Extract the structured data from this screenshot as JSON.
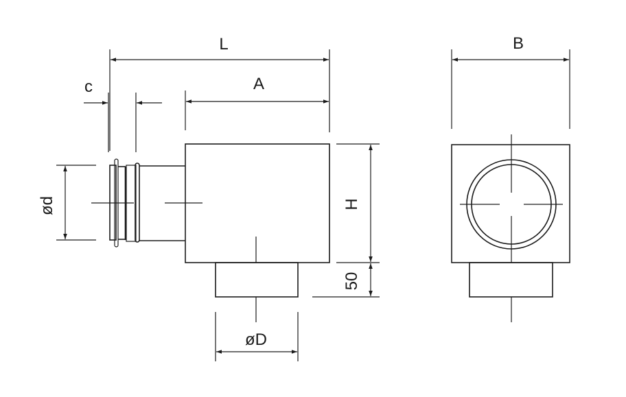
{
  "labels": {
    "L": "L",
    "c": "c",
    "A": "A",
    "d": "ød",
    "H": "H",
    "h50": "50",
    "D": "øD",
    "B": "B"
  }
}
